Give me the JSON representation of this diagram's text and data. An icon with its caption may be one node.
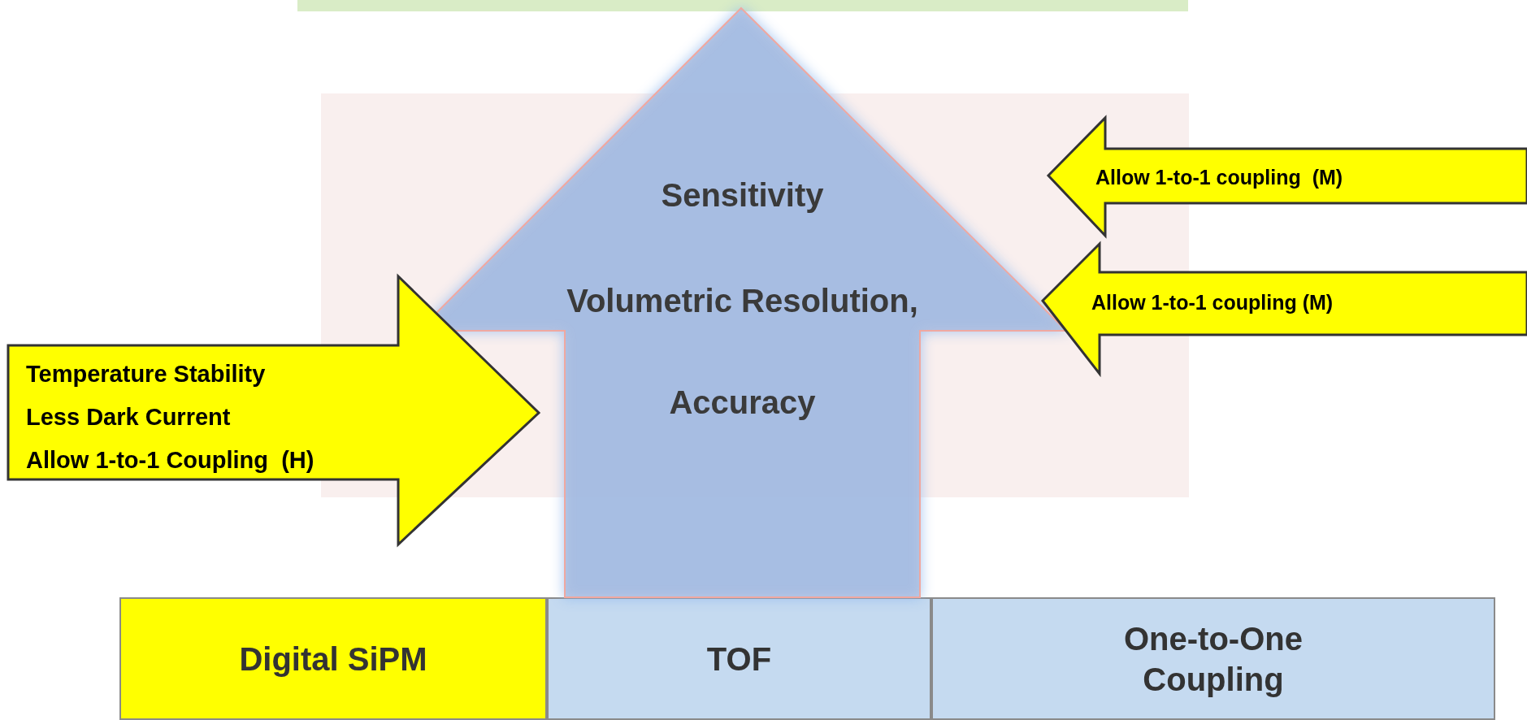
{
  "diagram": {
    "nodes": [
      {
        "text": [
          "Sensitivity",
          "Volumetric Resolution,",
          "Accuracy"
        ]
      },
      {
        "text": [
          "Temperature Stability",
          "Less Dark Current",
          "Allow 1-to-1 Coupling  (H)"
        ]
      },
      {
        "text": [
          "Allow 1-to-1 coupling  (M)"
        ]
      },
      {
        "text": [
          "Allow 1-to-1 coupling (M)"
        ]
      },
      {
        "text": [
          "Digital SiPM"
        ]
      },
      {
        "text": [
          "TOF"
        ]
      },
      {
        "text": [
          "One-to-One Coupling"
        ]
      },
      {
        "text": [],
        "shape": "bar"
      }
    ]
  }
}
